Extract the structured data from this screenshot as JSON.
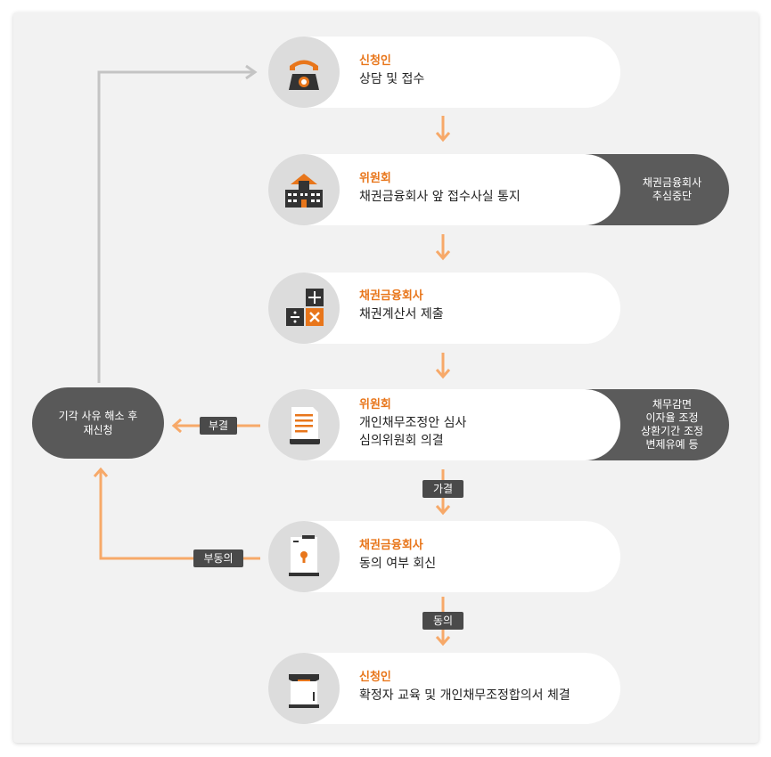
{
  "steps": [
    {
      "role": "신청인",
      "desc": [
        "상담 및 접수"
      ],
      "icon": "telephone-icon"
    },
    {
      "role": "위원회",
      "desc": [
        "채권금융회사 앞 접수사실 통지"
      ],
      "icon": "building-icon"
    },
    {
      "role": "채권금융회사",
      "desc": [
        "채권계산서 제출"
      ],
      "icon": "calculator-icon"
    },
    {
      "role": "위원회",
      "desc": [
        "개인채무조정안 심사",
        "심의위원회 의결"
      ],
      "icon": "document-icon"
    },
    {
      "role": "채권금융회사",
      "desc": [
        "동의 여부 회신"
      ],
      "icon": "locked-door-icon"
    },
    {
      "role": "신청인",
      "desc": [
        "확정자 교육 및 개인채무조정합의서 체결"
      ],
      "icon": "box-icon"
    }
  ],
  "side_notes": {
    "step2": [
      "채권금융회사",
      "추심중단"
    ],
    "step4": [
      "채무감면",
      "이자율 조정",
      "상환기간 조정",
      "변제유예 등"
    ]
  },
  "left_box": [
    "기각 사유 해소 후",
    "재신청"
  ],
  "tags": {
    "reject": "부결",
    "approve": "가결",
    "disagree": "부동의",
    "agree": "동의"
  },
  "colors": {
    "accent": "#e8761b",
    "arrow_orange": "#f7a969",
    "dark": "#5b5b5b",
    "gray_line": "#c4c4c4",
    "panel": "#f2f2f2"
  }
}
